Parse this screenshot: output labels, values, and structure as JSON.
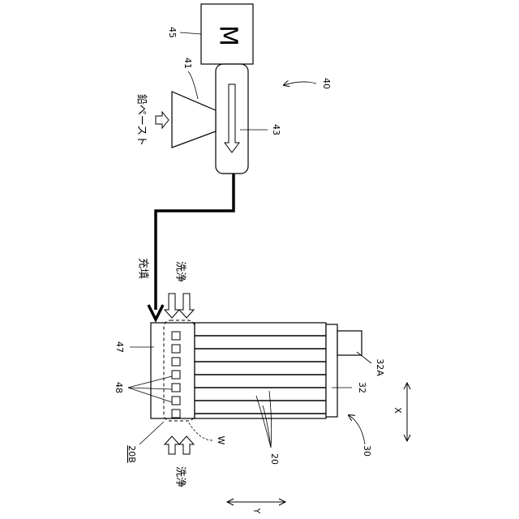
{
  "labels": {
    "motor_letter": "M",
    "ref_45": "45",
    "ref_41": "41",
    "ref_40": "40",
    "ref_43": "43",
    "ref_47": "47",
    "ref_48": "48",
    "ref_32": "32",
    "ref_32a": "32A",
    "ref_30": "30",
    "ref_20": "20",
    "ref_20b": "20B",
    "ref_w": "W",
    "axis_x": "X",
    "axis_y": "Y",
    "lead_paste": "鉛ペースト",
    "filling": "充填",
    "cleaning_top": "洗浄",
    "cleaning_bottom": "洗浄"
  }
}
